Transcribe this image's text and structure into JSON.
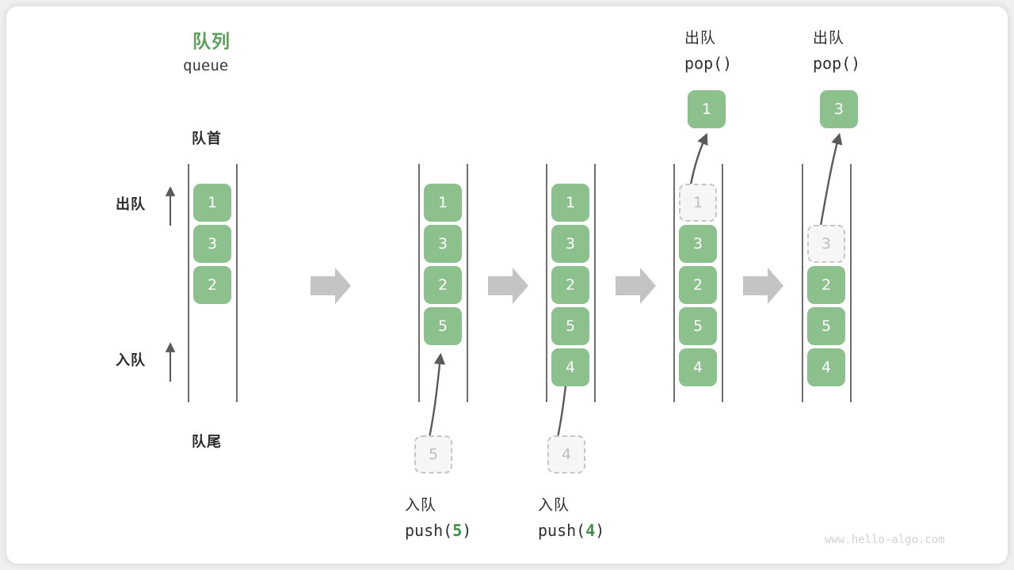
{
  "meta": {
    "watermark": "www.hello-algo.com",
    "colors": {
      "box_green": "#8cc08c",
      "title_green": "#5aa05a",
      "arg_green": "#3f9142",
      "ghost_fill": "#f6f6f6",
      "ghost_border": "#c6c6c6",
      "arrow_gray": "#c4c4c4",
      "thin_arrow_gray": "#5a5a5a",
      "text_dark": "#2f2f2f",
      "watermark_gray": "#d2d2d2"
    }
  },
  "header": {
    "title_cn": "队列",
    "title_en": "queue"
  },
  "labels": {
    "front": "队首",
    "rear": "队尾",
    "dequeue": "出队",
    "enqueue": "入队"
  },
  "stages": [
    {
      "id": "initial",
      "cells": [
        {
          "value": "1",
          "state": "filled"
        },
        {
          "value": "3",
          "state": "filled"
        },
        {
          "value": "2",
          "state": "filled"
        }
      ],
      "side_arrows": [
        {
          "name": "dequeue",
          "label": "出队",
          "direction": "up"
        },
        {
          "name": "enqueue",
          "label": "入队",
          "direction": "up"
        }
      ]
    },
    {
      "id": "after-push-5",
      "cells": [
        {
          "value": "1",
          "state": "filled"
        },
        {
          "value": "3",
          "state": "filled"
        },
        {
          "value": "2",
          "state": "filled"
        },
        {
          "value": "5",
          "state": "filled"
        }
      ],
      "incoming": {
        "value": "5",
        "op_cn": "入队",
        "op_code_pre": "push(",
        "op_code_arg": "5",
        "op_code_post": ")"
      }
    },
    {
      "id": "after-push-4",
      "cells": [
        {
          "value": "1",
          "state": "filled"
        },
        {
          "value": "3",
          "state": "filled"
        },
        {
          "value": "2",
          "state": "filled"
        },
        {
          "value": "5",
          "state": "filled"
        },
        {
          "value": "4",
          "state": "filled"
        }
      ],
      "incoming": {
        "value": "4",
        "op_cn": "入队",
        "op_code_pre": "push(",
        "op_code_arg": "4",
        "op_code_post": ")"
      }
    },
    {
      "id": "after-pop-1",
      "cells": [
        {
          "value": "1",
          "state": "ghost"
        },
        {
          "value": "3",
          "state": "filled"
        },
        {
          "value": "2",
          "state": "filled"
        },
        {
          "value": "5",
          "state": "filled"
        },
        {
          "value": "4",
          "state": "filled"
        }
      ],
      "outgoing": {
        "value": "1",
        "op_cn": "出队",
        "op_code": "pop()"
      }
    },
    {
      "id": "after-pop-3",
      "cells": [
        {
          "value": "",
          "state": "empty"
        },
        {
          "value": "3",
          "state": "ghost"
        },
        {
          "value": "2",
          "state": "filled"
        },
        {
          "value": "5",
          "state": "filled"
        },
        {
          "value": "4",
          "state": "filled"
        }
      ],
      "outgoing": {
        "value": "3",
        "op_cn": "出队",
        "op_code": "pop()"
      }
    }
  ],
  "flow_arrows": [
    {
      "name": "flow-arrow-1"
    },
    {
      "name": "flow-arrow-2"
    },
    {
      "name": "flow-arrow-3"
    },
    {
      "name": "flow-arrow-4"
    }
  ]
}
